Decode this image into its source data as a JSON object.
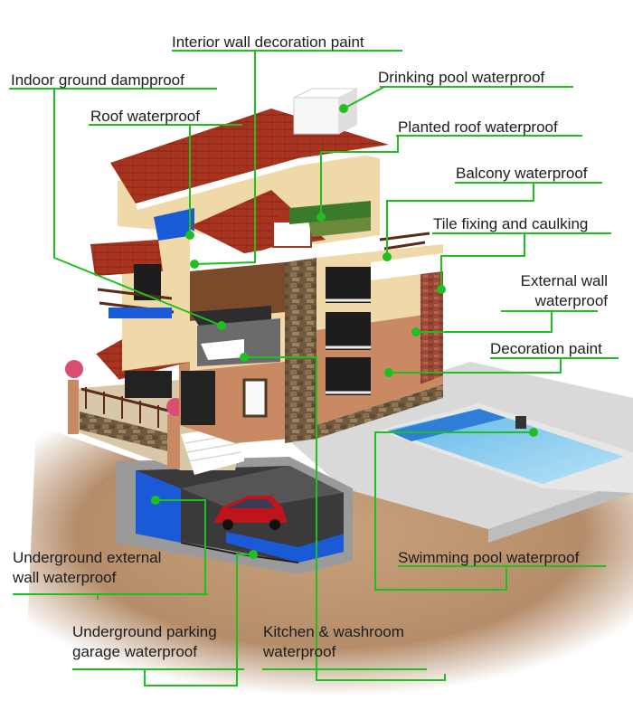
{
  "labels": {
    "interior_wall": "Interior wall decoration paint",
    "indoor_ground": "Indoor ground dampproof",
    "drinking_pool": "Drinking pool waterproof",
    "roof": "Roof waterproof",
    "planted_roof": "Planted roof waterproof",
    "balcony": "Balcony waterproof",
    "tile_fixing": "Tile fixing and caulking",
    "external_wall_1": "External wall",
    "external_wall_2": "waterproof",
    "decoration_paint": "Decoration paint",
    "underground_external_1": "Underground external",
    "underground_external_2": "wall waterproof",
    "swimming_pool": "Swimming pool waterproof",
    "parking_1": "Underground parking",
    "parking_2": "garage waterproof",
    "kitchen_1": "Kitchen & washroom",
    "kitchen_2": "waterproof"
  },
  "colors": {
    "leader_line": "#1fbf1f",
    "roof_tile": "#a8331f",
    "wall_cream": "#f0d9a8",
    "wall_terracotta": "#c98a63",
    "stone": "#7a6447",
    "waterproof_blue": "#1a5ad6",
    "pool_water": "#8fd0ee",
    "soil": "#b58d6a",
    "car": "#c0141c"
  }
}
